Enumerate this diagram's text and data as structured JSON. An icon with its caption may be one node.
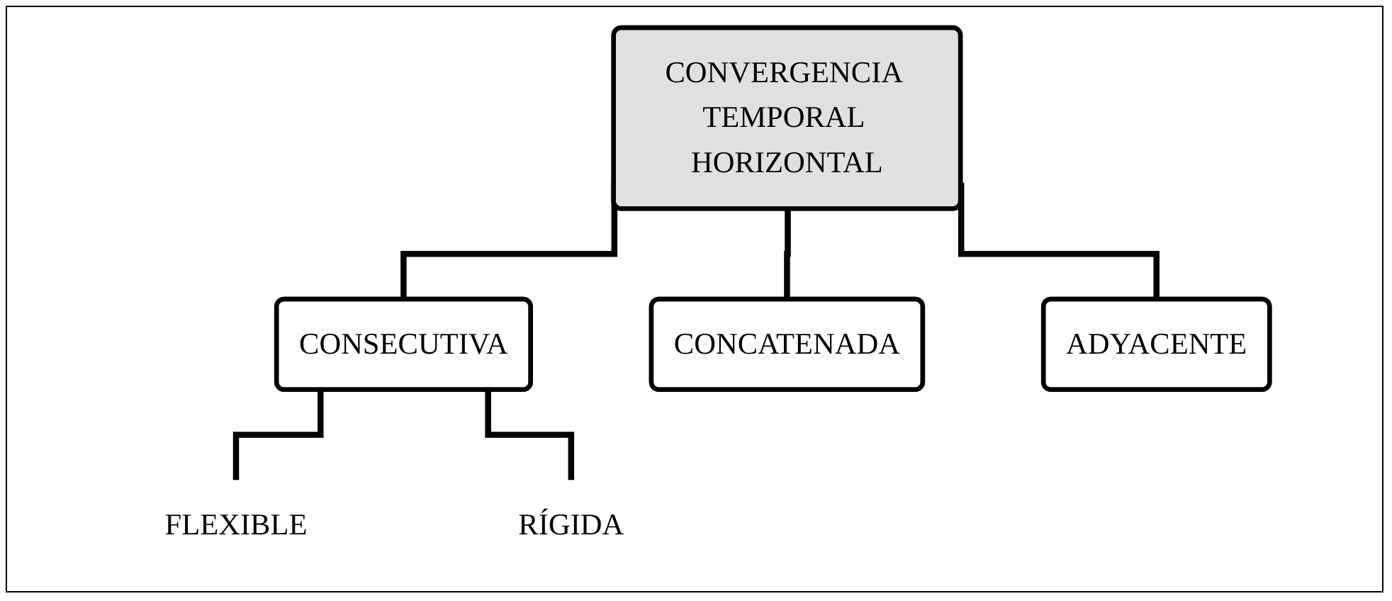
{
  "diagram": {
    "nodes": [
      {
        "text": [
          "CONVERGENCIA TEMPORAL HORIZONTAL"
        ]
      },
      {
        "text": [
          "CONSECUTIVA"
        ]
      },
      {
        "text": [
          "CONCATENADA"
        ]
      },
      {
        "text": [
          "ADYACENTE"
        ]
      },
      {
        "text": [
          "FLEXIBLE"
        ]
      },
      {
        "text": [
          "RÍGIDA"
        ]
      }
    ],
    "edges": [
      {
        "from": 0,
        "to": 1,
        "arrow": "none"
      },
      {
        "from": 0,
        "to": 2,
        "arrow": "none"
      },
      {
        "from": 0,
        "to": 3,
        "arrow": "none"
      },
      {
        "from": 1,
        "to": 4,
        "arrow": "none"
      },
      {
        "from": 1,
        "to": 5,
        "arrow": "none"
      }
    ]
  }
}
